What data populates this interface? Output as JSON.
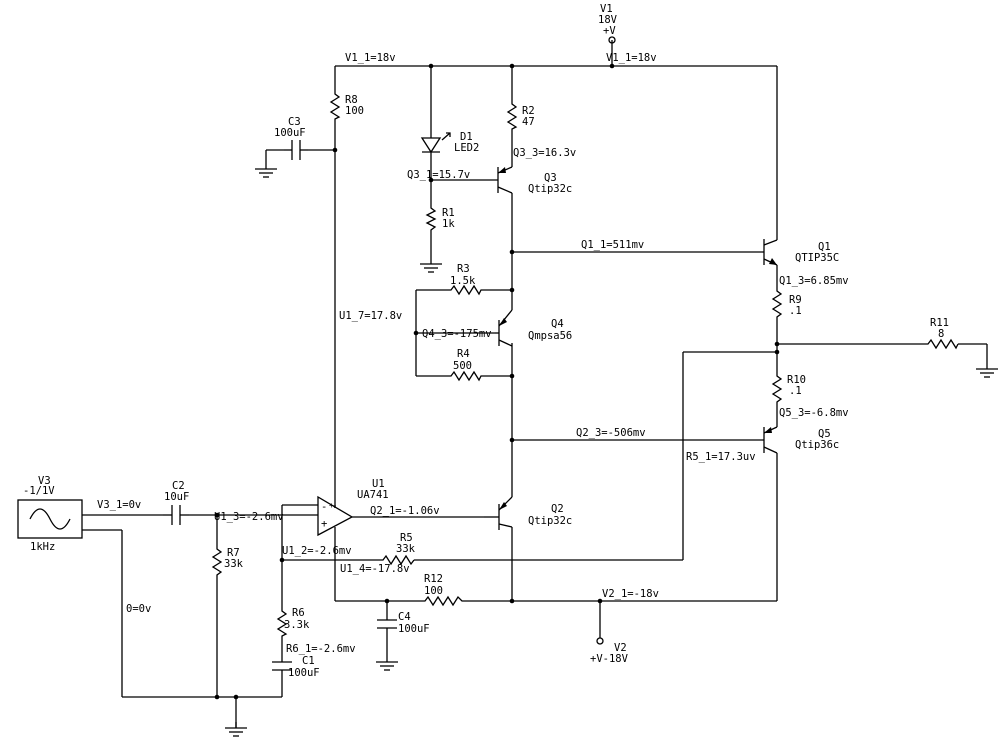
{
  "supplies": {
    "v1": {
      "name": "V1",
      "value": "18V",
      "terminal": "+V"
    },
    "v2": {
      "name": "V2",
      "value": "+V-18V"
    },
    "v3": {
      "name": "V3",
      "amplitude": "-1/1V",
      "frequency": "1kHz"
    }
  },
  "components": {
    "r8": {
      "name": "R8",
      "value": "100"
    },
    "r2": {
      "name": "R2",
      "value": "47"
    },
    "d1": {
      "name": "D1",
      "value": "LED2"
    },
    "r1": {
      "name": "R1",
      "value": "1k"
    },
    "r3": {
      "name": "R3",
      "value": "1.5k"
    },
    "r4": {
      "name": "R4",
      "value": "500"
    },
    "q3": {
      "name": "Q3",
      "value": "Qtip32c"
    },
    "q4": {
      "name": "Q4",
      "value": "Qmpsa56"
    },
    "q1": {
      "name": "Q1",
      "value": "QTIP35C"
    },
    "q5": {
      "name": "Q5",
      "value": "Qtip36c"
    },
    "q2": {
      "name": "Q2",
      "value": "Qtip32c"
    },
    "r9": {
      "name": "R9",
      "value": ".1"
    },
    "r10": {
      "name": "R10",
      "value": ".1"
    },
    "r11": {
      "name": "R11",
      "value": "8"
    },
    "c3": {
      "name": "C3",
      "value": "100uF"
    },
    "c2": {
      "name": "C2",
      "value": "10uF"
    },
    "r7": {
      "name": "R7",
      "value": "33k"
    },
    "r6": {
      "name": "R6",
      "value": "3.3k"
    },
    "c1": {
      "name": "C1",
      "value": "100uF"
    },
    "r5": {
      "name": "R5",
      "value": "33k"
    },
    "r12": {
      "name": "R12",
      "value": "100"
    },
    "c4": {
      "name": "C4",
      "value": "100uF"
    },
    "u1": {
      "name": "U1",
      "value": "UA741"
    }
  },
  "nodes": {
    "v1_1_left": "V1_1=18v",
    "v1_1_right": "V1_1=18v",
    "q3_3": "Q3_3=16.3v",
    "q3_1": "Q3_1=15.7v",
    "q1_1": "Q1_1=511mv",
    "q1_3": "Q1_3=6.85mv",
    "u1_7": "U1_7=17.8v",
    "q4_3": "Q4_3=-175mv",
    "q5_3": "Q5_3=-6.8mv",
    "q2_3": "Q2_3=-506mv",
    "r5_1": "R5_1=17.3uv",
    "v3_1": "V3_1=0v",
    "u1_3": "U1_3=-2.6mv",
    "q2_1": "Q2_1=-1.06v",
    "u1_2": "U1_2=-2.6mv",
    "u1_4": "U1_4=-17.8v",
    "zero": "0=0v",
    "r6_1": "R6_1=-2.6mv",
    "v2_1": "V2_1=-18v"
  },
  "opamp_pins": {
    "plus": "+",
    "minus": "-"
  }
}
